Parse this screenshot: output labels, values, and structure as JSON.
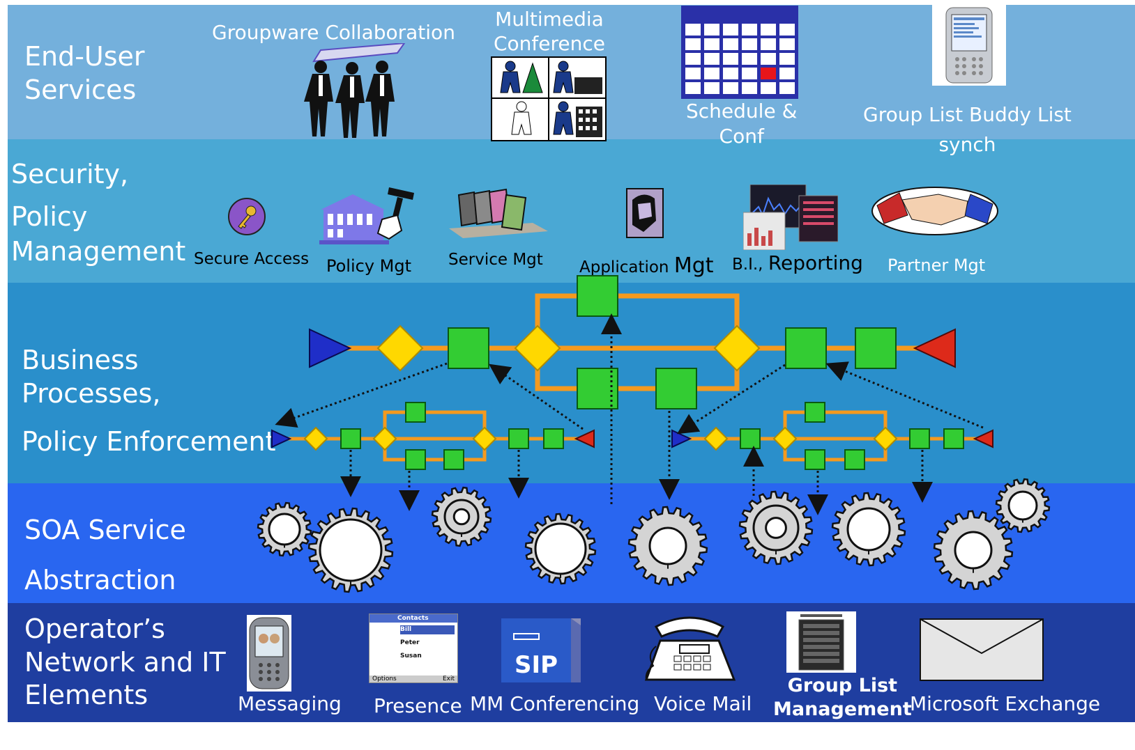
{
  "colors": {
    "band_end_user": "#74b0dc",
    "band_security": "#4aa8d4",
    "band_business": "#2a8fcb",
    "band_soa": "#2966f0",
    "band_operator": "#1f3ea0",
    "connector": "#f59a1e",
    "task_box": "#33cc33",
    "gateway": "#ffd800",
    "start_event": "#1f2ec8",
    "end_event": "#dd2a1a"
  },
  "layers": {
    "end_user": {
      "title_line1": "End-User",
      "title_line2": "Services"
    },
    "security": {
      "title_line1": "Security,",
      "title_line2": "Policy",
      "title_line3": "Management"
    },
    "business": {
      "title_line1": "Business",
      "title_line2": "Processes,",
      "title_line3": "Policy Enforcement"
    },
    "soa": {
      "title_line1": "SOA Service",
      "title_line2": "Abstraction"
    },
    "operator": {
      "title_line1": "Operator’s",
      "title_line2": "Network and IT",
      "title_line3": "Elements"
    }
  },
  "end_user_items": {
    "groupware": "Groupware Collaboration",
    "multimedia_line1": "Multimedia",
    "multimedia_line2": "Conference",
    "schedule_line1": "Schedule &",
    "schedule_line2": "Conf",
    "group_list_line1": "Group List Buddy List",
    "group_list_line2": "synch"
  },
  "security_items": {
    "secure_access": "Secure Access",
    "policy_mgt": "Policy Mgt",
    "service_mgt": "Service Mgt",
    "application_mgt_a": "Application",
    "application_mgt_b": "Mgt",
    "bi_a": "B.I.,",
    "bi_b": "Reporting",
    "partner_mgt": "Partner Mgt"
  },
  "operator_items": {
    "messaging": "Messaging",
    "presence": "Presence",
    "mm_conferencing": "MM Conferencing",
    "voice_mail": "Voice Mail",
    "group_list_line1": "Group List",
    "group_list_line2": "Management",
    "exchange": "Microsoft Exchange",
    "sip_label": "SIP",
    "contacts_title": "Contacts",
    "contacts_options": "Options",
    "contacts_exit": "Exit",
    "contact_1": "Bill",
    "contact_2": "Peter",
    "contact_3": "Susan"
  }
}
